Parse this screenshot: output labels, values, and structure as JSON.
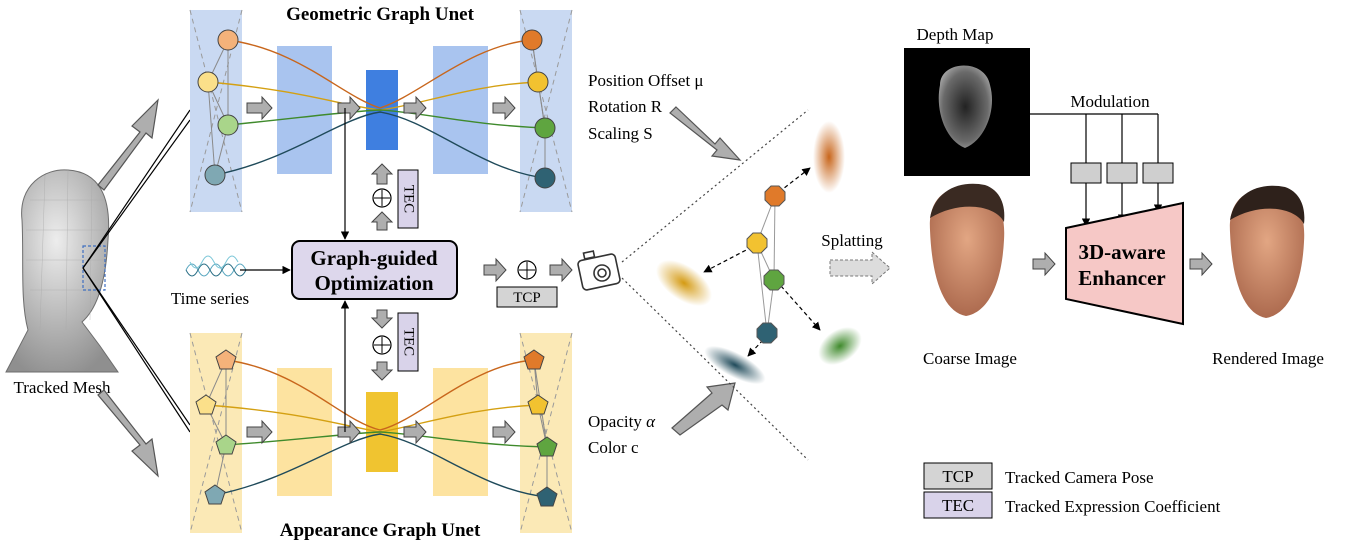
{
  "titles": {
    "geometric": "Geometric Graph Unet",
    "appearance": "Appearance Graph Unet"
  },
  "inputs": {
    "mesh_label": "Tracked Mesh",
    "time_label": "Time series"
  },
  "core": {
    "line1": "Graph-guided",
    "line2": "Optimization"
  },
  "tags": {
    "tec": "TEC",
    "tcp": "TCP"
  },
  "gaussian_attributes": {
    "position": "Position Offset μ",
    "rotation": "Rotation R",
    "scaling": "Scaling S",
    "opacity_prefix": "Opacity",
    "opacity_symbol": "α",
    "color": "Color c"
  },
  "render": {
    "splatting": "Splatting",
    "depth_map": "Depth Map",
    "modulation": "Modulation",
    "coarse": "Coarse Image",
    "enhancer_line1": "3D-aware",
    "enhancer_line2": "Enhancer",
    "rendered": "Rendered Image"
  },
  "legend": [
    {
      "abbr": "TCP",
      "desc": "Tracked Camera Pose",
      "color": "#d4d4d4"
    },
    {
      "abbr": "TEC",
      "desc": "Tracked Expression Coefficient",
      "color": "#d9d3ea"
    }
  ],
  "colors": {
    "node_orange": "#e07a2a",
    "node_yellow": "#f2c230",
    "node_green": "#5fa540",
    "node_teal": "#2f6273",
    "geo_panel": "#c9d9f2",
    "app_panel": "#fbe9b6",
    "geo_bar": "#a9c4ef",
    "geo_core": "#3f7fe0",
    "app_bar": "#fde3a0",
    "app_core": "#f0c430",
    "enhancer": "#f6c8c6",
    "core_box": "#ddd7ec"
  }
}
